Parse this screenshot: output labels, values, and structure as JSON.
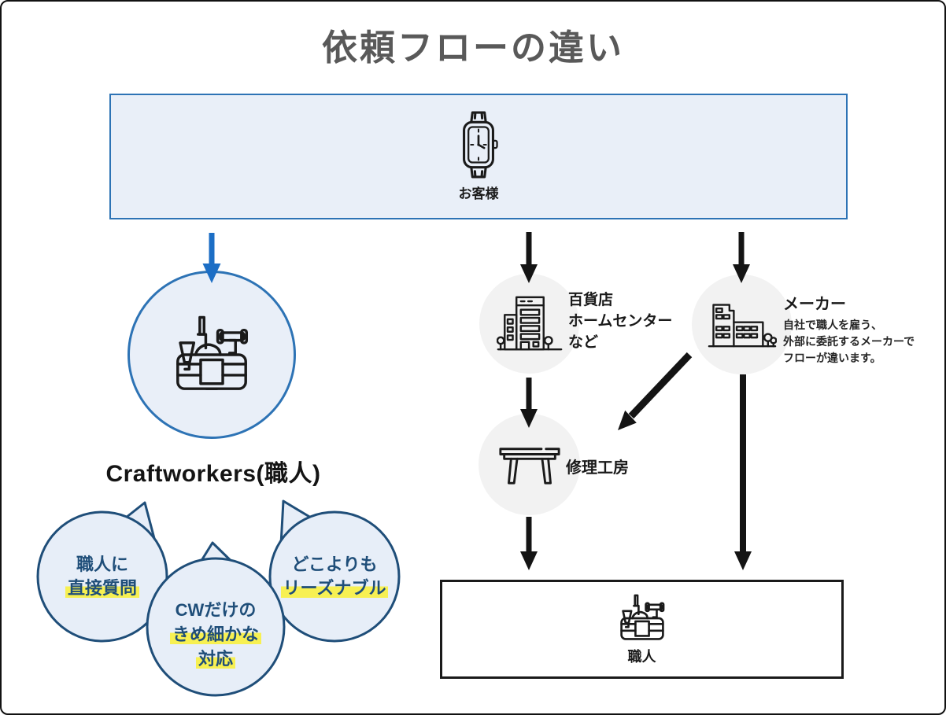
{
  "title": "依頼フローの違い",
  "colors": {
    "box_blue_fill": "#e9eff8",
    "box_blue_border": "#2d73b5",
    "arrow_blue": "#1c6ec5",
    "arrow_black": "#141414",
    "bubble_border": "#1f4e79",
    "bubble_text": "#1f4e79",
    "highlight_yellow": "#f7f052",
    "circle_gray": "#f2f2f2",
    "title_gray": "#595959"
  },
  "customer": {
    "label": "お客様",
    "icon": "watch-icon"
  },
  "craftworkers": {
    "label": "Craftworkers(職人)",
    "icon": "toolbox-icon",
    "bubbles": [
      {
        "lines": [
          {
            "text": "職人に",
            "highlight": false
          },
          {
            "text": "直接質問",
            "highlight": true
          }
        ]
      },
      {
        "lines": [
          {
            "text": "CWだけの",
            "highlight": false
          },
          {
            "text": "きめ細かな",
            "highlight": true
          },
          {
            "text": "対応",
            "highlight": true
          }
        ]
      },
      {
        "lines": [
          {
            "text": "どこよりも",
            "highlight": false
          },
          {
            "text": "リーズナブル",
            "highlight": true
          }
        ]
      }
    ]
  },
  "traditional_flow": {
    "department_store": {
      "label_lines": [
        "百貨店",
        "ホームセンター",
        "など"
      ],
      "icon": "building-icon"
    },
    "maker": {
      "label": "メーカー",
      "icon": "factory-icon",
      "note_lines": [
        "自社で職人を雇う、",
        "外部に委託するメーカーで",
        "フローが違います。"
      ]
    },
    "repair_workshop": {
      "label": "修理工房",
      "icon": "table-icon"
    },
    "craftsman": {
      "label": "職人",
      "icon": "toolbox-icon"
    }
  }
}
